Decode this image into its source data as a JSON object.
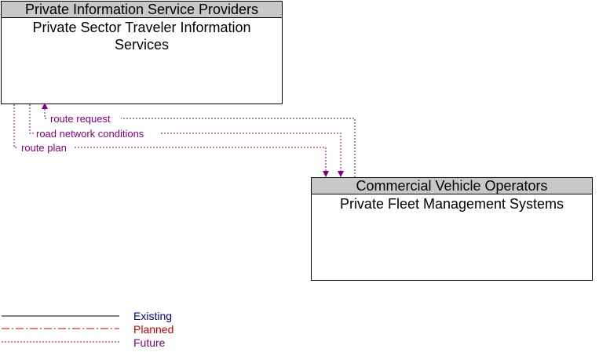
{
  "boxes": {
    "pisp": {
      "header": "Private Information Service Providers",
      "body": "Private Sector Traveler Information Services"
    },
    "cvo": {
      "header": "Commercial Vehicle Operators",
      "body": "Private Fleet Management Systems"
    }
  },
  "flows": [
    {
      "label": "route request",
      "status": "future"
    },
    {
      "label": "road network conditions",
      "status": "future"
    },
    {
      "label": "route plan",
      "status": "future"
    }
  ],
  "legend": {
    "existing": {
      "label": "Existing",
      "color": "#000080"
    },
    "planned": {
      "label": "Planned",
      "color": "#c00000"
    },
    "future": {
      "label": "Future",
      "color": "#800080"
    }
  },
  "colors": {
    "future_line": "#800080",
    "box_header_bg": "#c8c8c8"
  }
}
